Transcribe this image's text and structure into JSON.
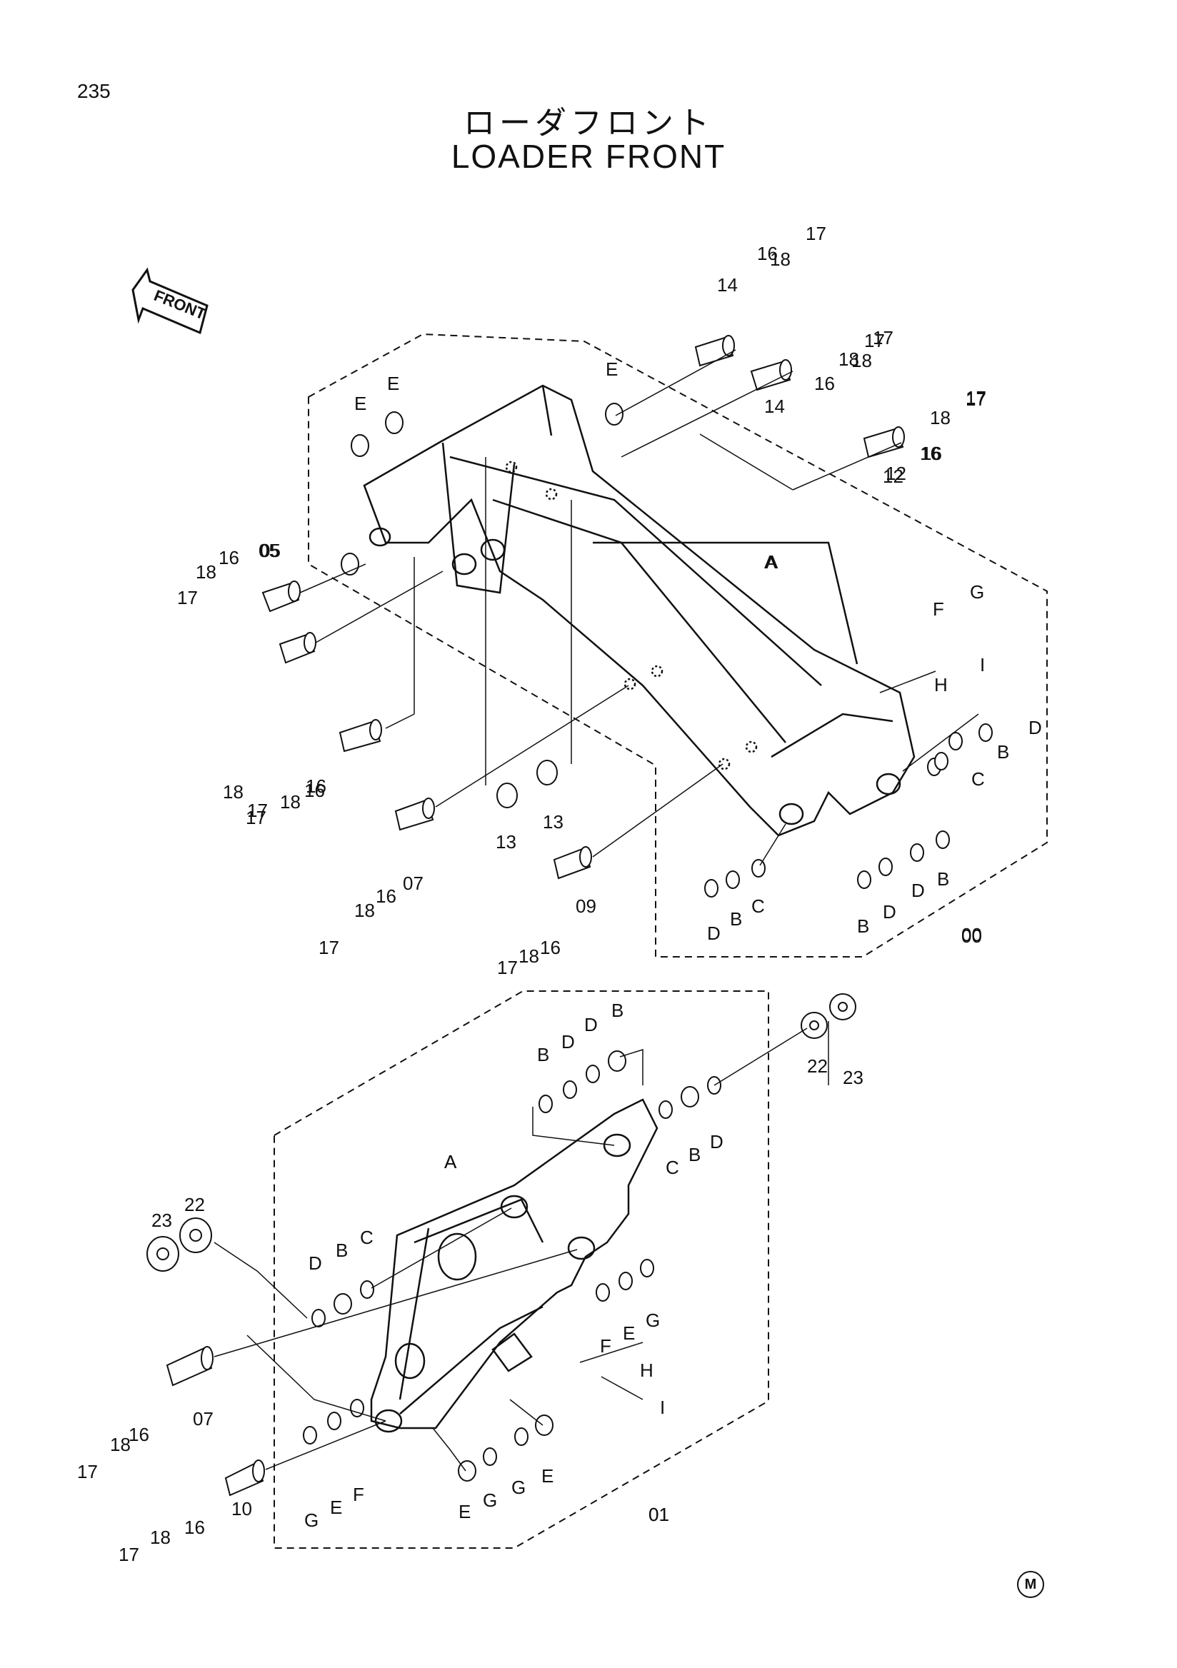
{
  "page": {
    "number": "235",
    "title_jp": "ローダフロント",
    "title_en": "LOADER FRONT",
    "marker": "M"
  },
  "direction_arrow": {
    "label": "FRONT",
    "icon": "front-arrow-icon"
  },
  "diagram": {
    "upper": {
      "frame_label": "00",
      "body_label": "A"
    },
    "lower": {
      "frame_label": "01",
      "body_label": "A"
    }
  },
  "callouts": [
    "17",
    "18",
    "16",
    "05",
    "17",
    "18",
    "16",
    "14",
    "18",
    "17",
    "17",
    "16",
    "12",
    "E",
    "E",
    "E",
    "05",
    "16",
    "18",
    "17",
    "14",
    "16",
    "18",
    "17",
    "12",
    "18",
    "16",
    "17",
    "16",
    "18",
    "17",
    "07",
    "16",
    "18",
    "17",
    "13",
    "13",
    "09",
    "16",
    "18",
    "17",
    "A",
    "F",
    "G",
    "H",
    "I",
    "D",
    "B",
    "C",
    "D",
    "B",
    "C",
    "B",
    "D",
    "D",
    "B",
    "00",
    "B",
    "D",
    "D",
    "B",
    "D",
    "B",
    "C",
    "22",
    "23",
    "A",
    "C",
    "B",
    "D",
    "23",
    "22",
    "G",
    "E",
    "F",
    "H",
    "I",
    "07",
    "16",
    "18",
    "17",
    "10",
    "16",
    "18",
    "17",
    "G",
    "E",
    "F",
    "E",
    "G",
    "G",
    "E",
    "01"
  ]
}
